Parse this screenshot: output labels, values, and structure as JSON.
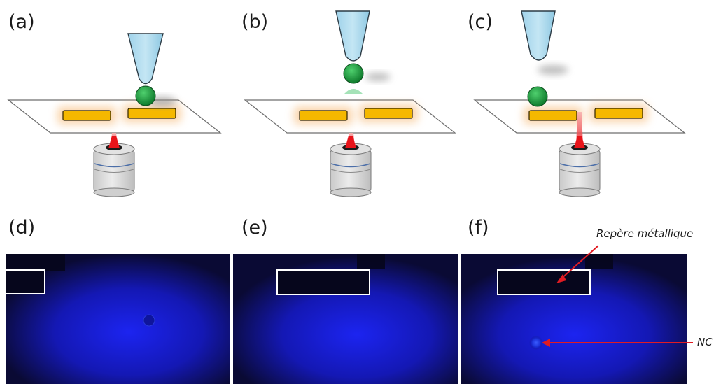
{
  "panels": {
    "a": "(a)",
    "b": "(b)",
    "c": "(c)",
    "d": "(d)",
    "e": "(e)",
    "f": "(f)"
  },
  "annotations": {
    "marker": "Repère métallique",
    "nc": "NC"
  },
  "colors": {
    "tip": "#a8d8ec",
    "tip_stroke": "#2b3a44",
    "sphere": "#1e9e3e",
    "electrode": "#f5b800",
    "electrode_glow": "#f9c98a",
    "laser": "#e8141a",
    "objective": "#d6d6d6",
    "objective_ring": "#4b6ea8",
    "micrograph_bg": "#0a0a2a",
    "micrograph_glow": "#1a22e6",
    "marker_box": "#ffffff",
    "arrow": "#e11b22"
  },
  "icons": {
    "tip": "afm-tip-icon",
    "sphere": "nanocrystal-icon",
    "objective": "microscope-objective-icon"
  }
}
